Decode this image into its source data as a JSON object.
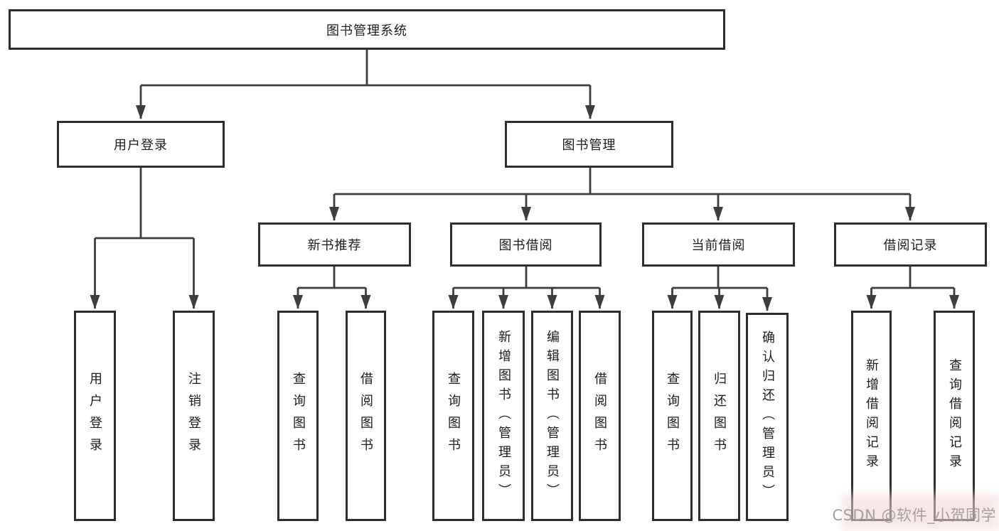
{
  "diagram": {
    "root": "图书管理系统",
    "branches": [
      {
        "label": "用户登录",
        "children": [
          "用户登录",
          "注销登录"
        ]
      },
      {
        "label": "图书管理",
        "groups": [
          {
            "label": "新书推荐",
            "children": [
              "查询图书",
              "借阅图书"
            ]
          },
          {
            "label": "图书借阅",
            "children": [
              "查询图书",
              "新增图书（管理员）",
              "编辑图书（管理员）",
              "借阅图书"
            ]
          },
          {
            "label": "当前借阅",
            "children": [
              "查询图书",
              "归还图书",
              "确认归还（管理员）"
            ]
          },
          {
            "label": "借阅记录",
            "children": [
              "新增借阅记录",
              "查询借阅记录"
            ]
          }
        ]
      }
    ]
  },
  "watermark": {
    "text": "CSDN @软件_小贺同学"
  },
  "colors": {
    "line": "#3d3d3d",
    "box_border": "#2e2e2e",
    "text": "#1c1c1c",
    "background": "#ffffff",
    "watermark_text": "#a39f9f",
    "watermark_bg": "#f2d4d4"
  }
}
